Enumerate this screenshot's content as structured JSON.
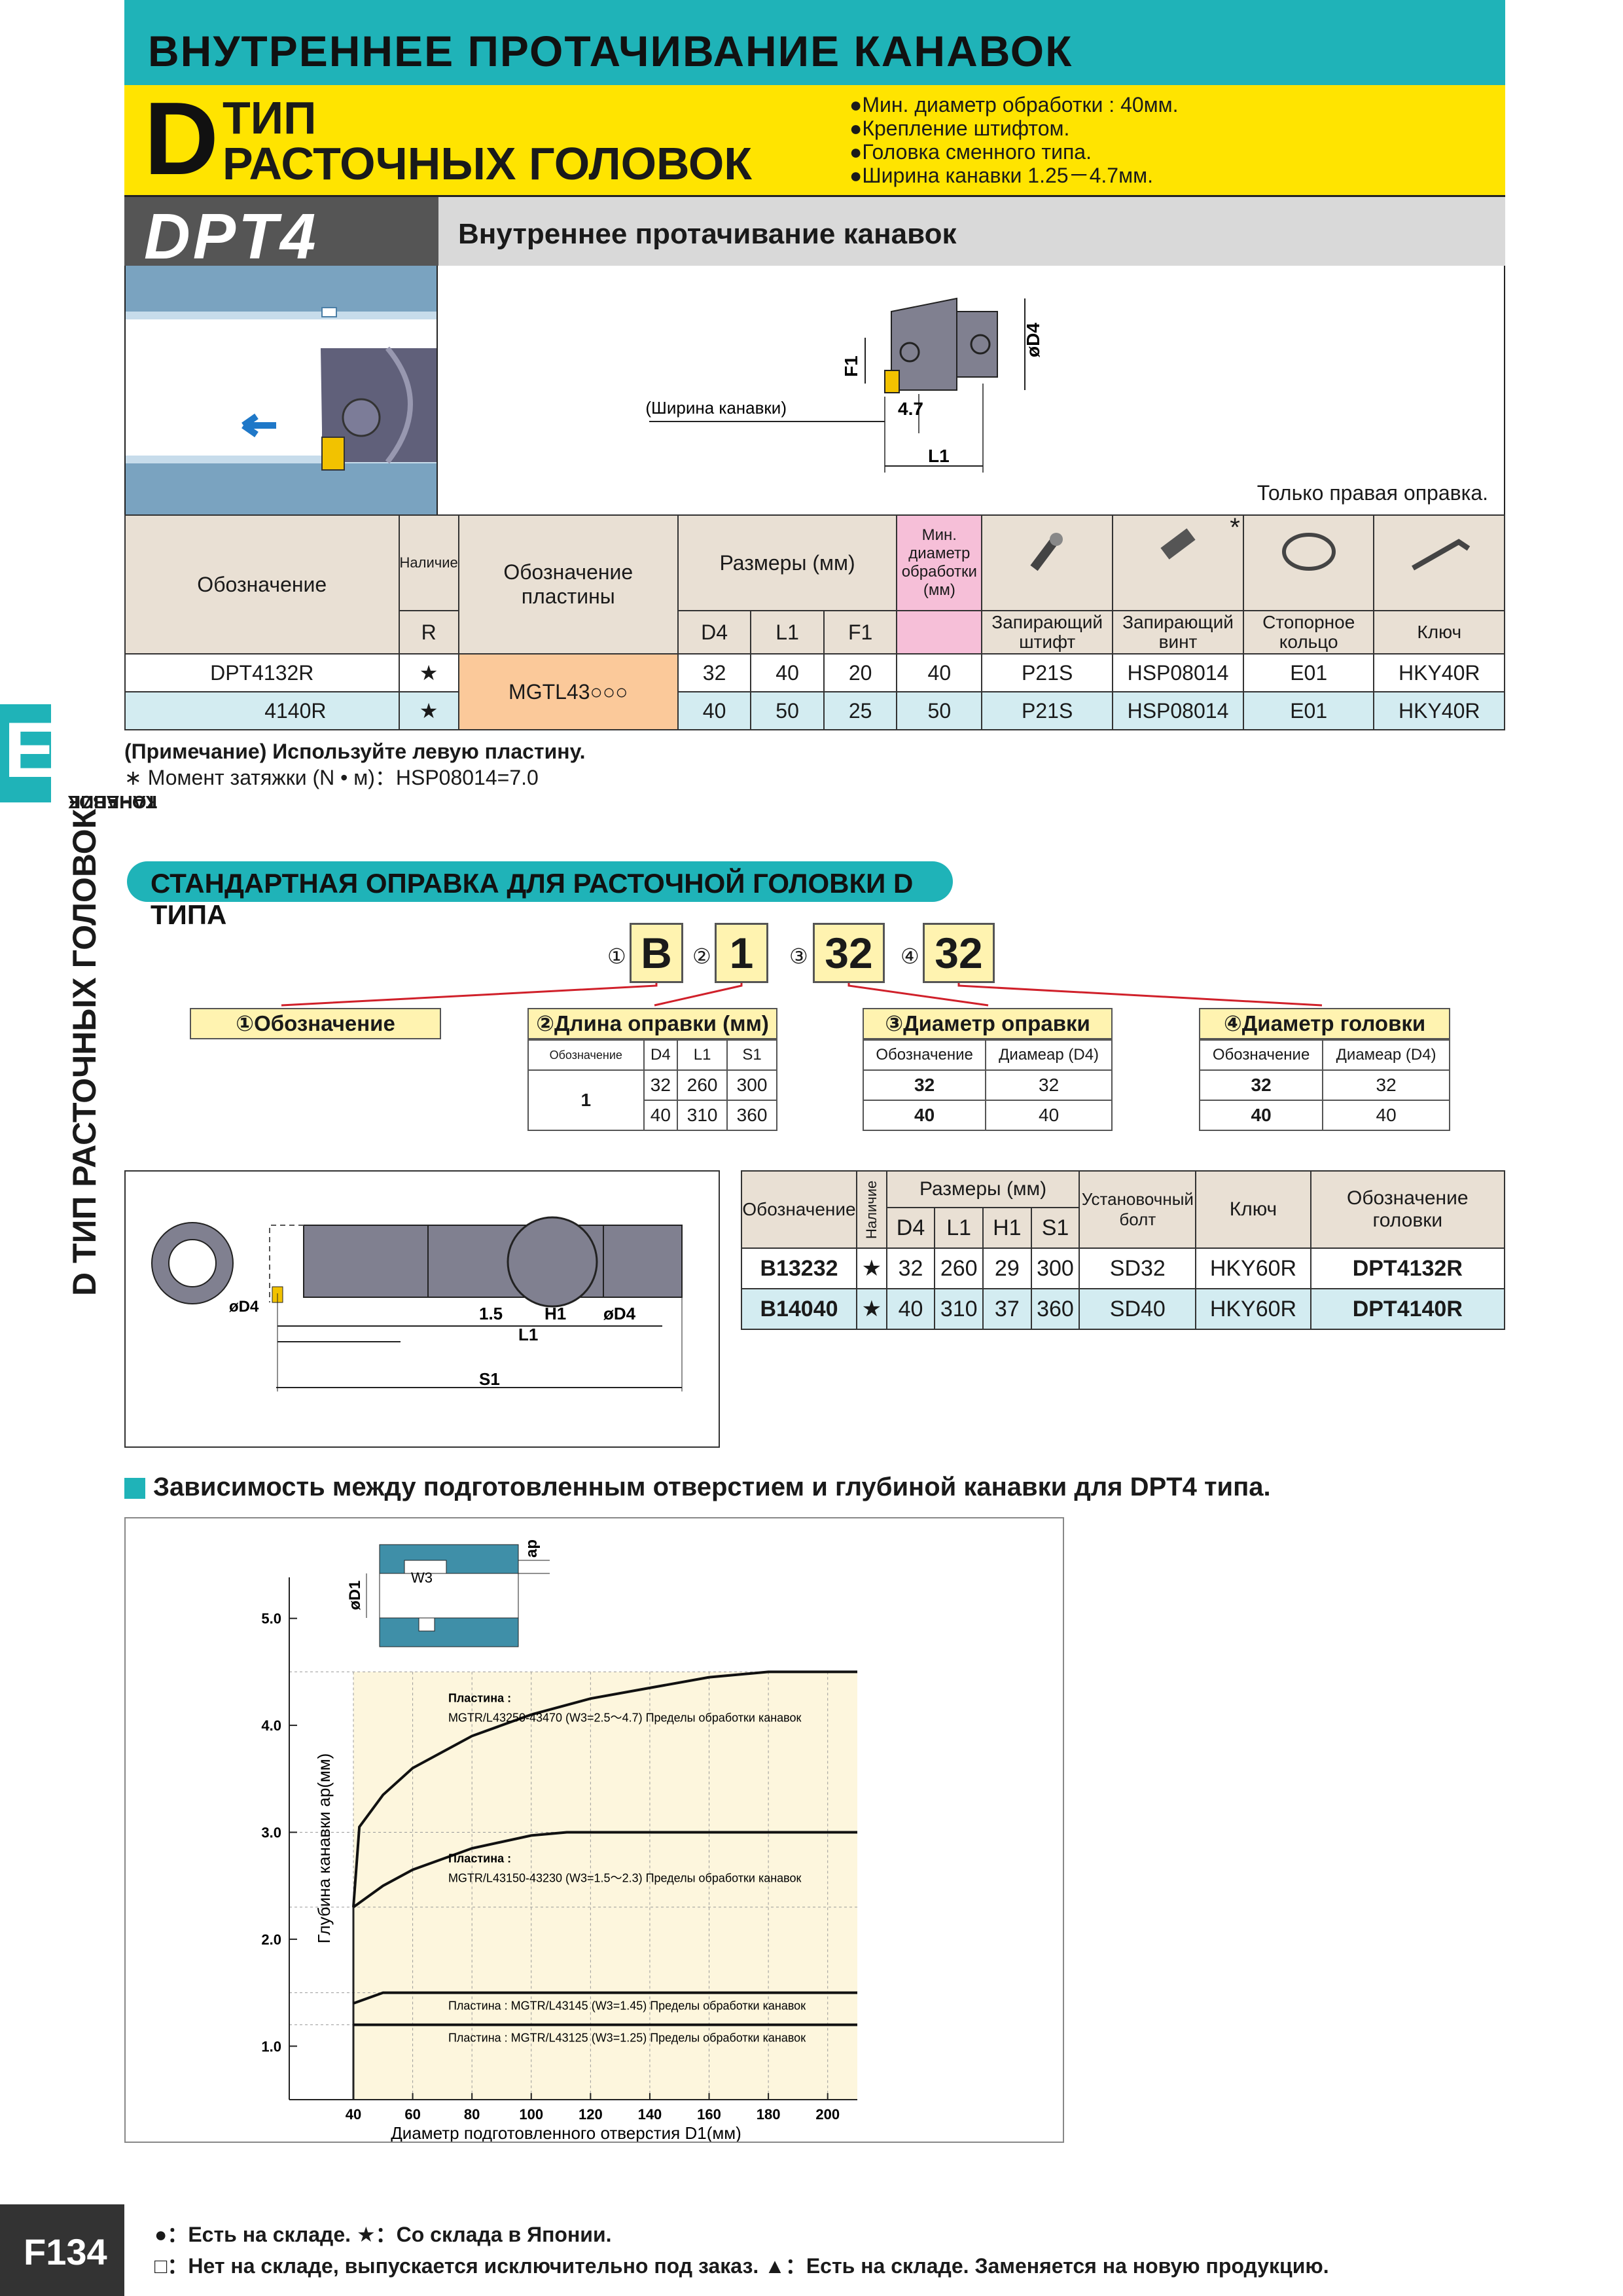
{
  "header": {
    "title": "ВНУТРЕННЕЕ ПРОТАЧИВАНИЕ КАНАВОК",
    "type_letter": "D",
    "type_line1": "ТИП",
    "type_line2": "РАСТОЧНЫХ ГОЛОВОК",
    "bullets": [
      "Мин. диаметр обработки : 40мм.",
      "Крепление штифтом.",
      "Головка сменного типа.",
      "Ширина канавки 1.25－4.7мм."
    ]
  },
  "product": {
    "code": "DPT4",
    "title": "Внутреннее протачивание канавок",
    "only_right": "Только правая оправка.",
    "drawing_labels": {
      "groove_width": "(Ширина канавки)",
      "dim_47": "4.7",
      "f1": "F1",
      "l1": "L1",
      "d4": "øD4"
    }
  },
  "main_table": {
    "headers": {
      "designation": "Обозначение",
      "availability": "Наличие",
      "availability_sub": "R",
      "insert": "Обозначение пластины",
      "dims": "Размеры (мм)",
      "d4": "D4",
      "l1": "L1",
      "f1": "F1",
      "min_dia": "Мин. диаметр обработки",
      "min_dia_unit": "(мм)",
      "lock_pin": "Запирающий штифт",
      "lock_screw": "Запирающий винт",
      "screw_mark": "*",
      "stop_ring": "Стопорное кольцо",
      "key": "Ключ"
    },
    "insert_value": "MGTL43○○○",
    "rows": [
      {
        "code": "DPT4132R",
        "avail": "★",
        "d4": "32",
        "l1": "40",
        "f1": "20",
        "min": "40",
        "pin": "P21S",
        "screw": "HSP08014",
        "ring": "E01",
        "key": "HKY40R"
      },
      {
        "code": "4140R",
        "avail": "★",
        "d4": "40",
        "l1": "50",
        "f1": "25",
        "min": "50",
        "pin": "P21S",
        "screw": "HSP08014",
        "ring": "E01",
        "key": "HKY40R"
      }
    ]
  },
  "notes": {
    "note1": "(Примечание) Используйте левую пластину.",
    "note2": "∗ Момент затяжки (N • м)：HSP08014=7.0"
  },
  "side": {
    "letter": "E",
    "sub_line1": "ТОЧЕНИЕ",
    "sub_line2": "КАНАВОК",
    "main": "D ТИП РАСТОЧНЫХ ГОЛОВОК"
  },
  "std_holder": {
    "title": "СТАНДАРТНАЯ ОПРАВКА ДЛЯ РАСТОЧНОЙ ГОЛОВКИ D ТИПА",
    "code_parts": [
      {
        "num": "①",
        "val": "B"
      },
      {
        "num": "②",
        "val": "1"
      },
      {
        "num": "③",
        "val": "32"
      },
      {
        "num": "④",
        "val": "32"
      }
    ],
    "legend1": "①Обозначение",
    "legend2": {
      "title": "②Длина оправки (мм)",
      "h": [
        "Обозначение",
        "D4",
        "L1",
        "S1"
      ],
      "code": "1",
      "rows": [
        [
          "32",
          "260",
          "300"
        ],
        [
          "40",
          "310",
          "360"
        ]
      ]
    },
    "legend3": {
      "title": "③Диаметр оправки (мм)",
      "h": [
        "Обозначение",
        "Диамеар (D4)"
      ],
      "rows": [
        [
          "32",
          "32"
        ],
        [
          "40",
          "40"
        ]
      ]
    },
    "legend4": {
      "title": "④Диаметр головки (мм)",
      "h": [
        "Обозначение",
        "Диамеар (D4)"
      ],
      "rows": [
        [
          "32",
          "32"
        ],
        [
          "40",
          "40"
        ]
      ]
    },
    "drawing_labels": {
      "d4": "øD4",
      "dim15": "1.5",
      "h1": "H1",
      "d4b": "øD4",
      "l1": "L1",
      "s1": "S1"
    }
  },
  "holder_table": {
    "h": {
      "designation": "Обозначение",
      "availability": "Наличие",
      "dims": "Размеры (мм)",
      "d4": "D4",
      "l1": "L1",
      "h1": "H1",
      "s1": "S1",
      "bolt": "Установочный болт",
      "key": "Ключ",
      "head": "Обозначение головки"
    },
    "rows": [
      {
        "code": "B13232",
        "avail": "★",
        "d4": "32",
        "l1": "260",
        "h1": "29",
        "s1": "300",
        "bolt": "SD32",
        "key": "HKY60R",
        "head": "DPT4132R"
      },
      {
        "code": "B14040",
        "avail": "★",
        "d4": "40",
        "l1": "310",
        "h1": "37",
        "s1": "360",
        "bolt": "SD40",
        "key": "HKY60R",
        "head": "DPT4140R"
      }
    ]
  },
  "chart_section": {
    "title": "Зависимость между подготовленным отверстием и глубиной канавки для DPT4 типа."
  },
  "chart_data": {
    "type": "line",
    "xlabel": "Диаметр подготовленного отверстия D1(мм)",
    "ylabel": "Глубина канавки ap(мм)",
    "xlim": [
      40,
      210
    ],
    "ylim": [
      0.5,
      5.2
    ],
    "x_ticks": [
      40,
      60,
      80,
      100,
      120,
      140,
      160,
      180,
      200
    ],
    "y_ticks": [
      1.0,
      2.0,
      3.0,
      4.0,
      5.0
    ],
    "inset_labels": {
      "d1": "øD1",
      "w3": "W3",
      "ap": "ap"
    },
    "series": [
      {
        "label_line1": "Пластина :",
        "label_line2": "MGTR/L43250-43470 (W3=2.5～4.7) Пределы обработки канавок",
        "x": [
          40,
          42,
          50,
          60,
          80,
          100,
          120,
          140,
          160,
          180,
          210
        ],
        "y": [
          2.3,
          3.05,
          3.35,
          3.6,
          3.9,
          4.1,
          4.25,
          4.35,
          4.45,
          4.5,
          4.5
        ]
      },
      {
        "label_line1": "Пластина :",
        "label_line2": "MGTR/L43150-43230 (W3=1.5～2.3) Пределы обработки канавок",
        "x": [
          40,
          50,
          60,
          80,
          100,
          112,
          210
        ],
        "y": [
          2.3,
          2.5,
          2.65,
          2.85,
          2.97,
          3.0,
          3.0
        ]
      },
      {
        "label": "Пластина : MGTR/L43145 (W3=1.45) Пределы обработки канавок",
        "x": [
          40,
          50,
          210
        ],
        "y": [
          1.4,
          1.5,
          1.5
        ]
      },
      {
        "label": "Пластина : MGTR/L43125 (W3=1.25) Пределы обработки канавок",
        "x": [
          40,
          210
        ],
        "y": [
          1.2,
          1.2
        ]
      }
    ]
  },
  "footer": {
    "page": "F134",
    "legend_line1": "●：Есть на складе.  ★：Со склада в Японии.",
    "legend_line2": "□：Нет на складе, выпускается исключительно под заказ.   ▲：Есть на складе. Заменяется на новую продукцию."
  },
  "colors": {
    "teal": "#1fb3b8",
    "yellow": "#ffe400",
    "pink": "#f6bfd8",
    "orange": "#fbc99a",
    "light_blue": "#d3ecf1"
  }
}
